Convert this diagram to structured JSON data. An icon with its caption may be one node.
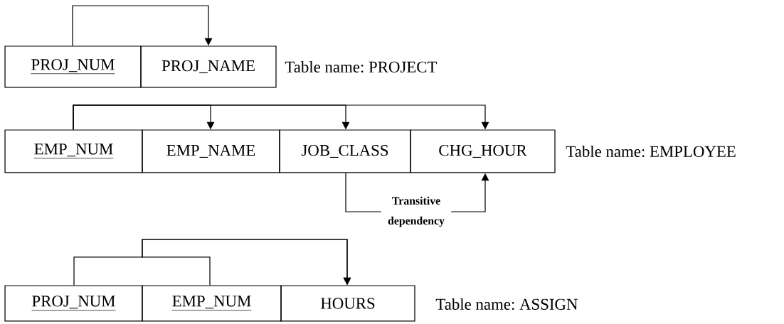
{
  "diagram": {
    "nodes": [
      {
        "text": [
          "PROJ_NUM"
        ]
      },
      {
        "text": [
          "PROJ_NAME"
        ]
      },
      {
        "text": [
          "EMP_NUM"
        ]
      },
      {
        "text": [
          "EMP_NAME"
        ]
      },
      {
        "text": [
          "JOB_CLASS"
        ]
      },
      {
        "text": [
          "CHG_HOUR"
        ]
      },
      {
        "text": [
          "PROJ_NUM"
        ]
      },
      {
        "text": [
          "EMP_NUM"
        ]
      },
      {
        "text": [
          "HOURS"
        ]
      }
    ],
    "edges": [
      {
        "from": 0,
        "to": 1,
        "arrow": "to"
      },
      {
        "from": 2,
        "to": 3,
        "arrow": "to"
      },
      {
        "from": 2,
        "to": 4,
        "arrow": "to"
      },
      {
        "from": 2,
        "to": 5,
        "arrow": "to"
      },
      {
        "from": 4,
        "to": 5,
        "arrow": "to",
        "label": "Transitive dependency"
      },
      {
        "from": 6,
        "to": 8,
        "arrow": "to"
      },
      {
        "from": 7,
        "to": 8,
        "arrow": "to"
      }
    ],
    "labels": [
      "Table name: PROJECT",
      "Table name: EMPLOYEE",
      "Table name: ASSIGN"
    ]
  }
}
